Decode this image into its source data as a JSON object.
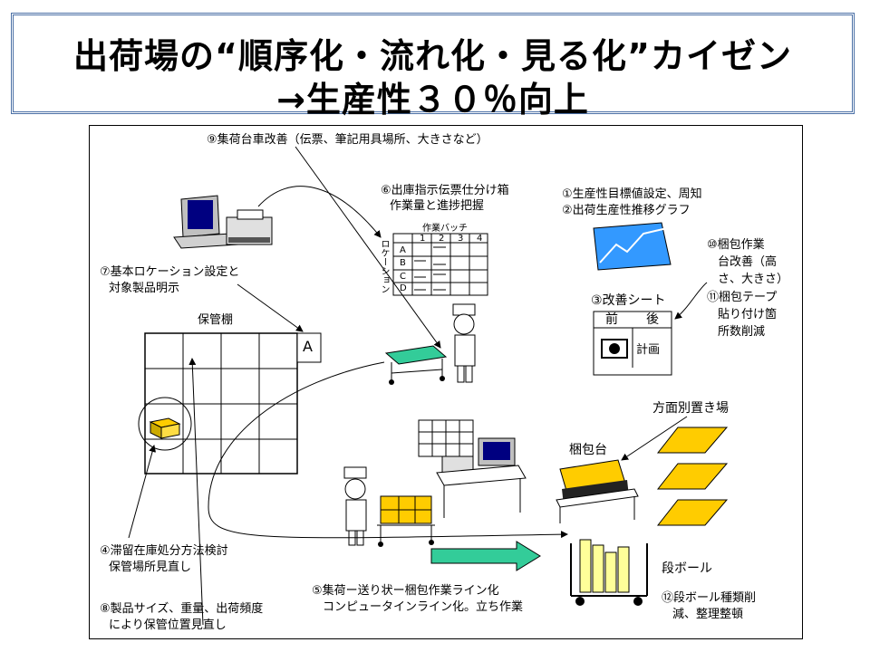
{
  "title": {
    "line1": "出荷場の“順序化・流れ化・見る化”カイゼン",
    "line2": "→生産性３０％向上"
  },
  "labels": {
    "l9": "⑨集荷台車改善（伝票、筆記用具場所、大きさなど）",
    "l6a": "⑥出庫指示伝票仕分け箱",
    "l6b": "作業量と進捗把握",
    "batch": "作業バッチ",
    "loc_vertical": "ロケーション",
    "batch_cols": [
      "1",
      "2",
      "3",
      "4"
    ],
    "batch_rows": [
      "A",
      "B",
      "C",
      "D"
    ],
    "l1": "①生産性目標値設定、周知",
    "l2": "②出荷生産性推移グラフ",
    "l10a": "⑩梱包作業",
    "l10b": "台改善（高",
    "l10c": "さ、大きさ）",
    "l11a": "⑪梱包テープ",
    "l11b": "貼り付け箇",
    "l11c": "所数削減",
    "l7a": "⑦基本ロケーション設定と",
    "l7b": "対象製品明示",
    "shelf": "保管棚",
    "shelfA": "A",
    "l3": "③改善シート",
    "sheet_before": "前",
    "sheet_after": "後",
    "sheet_plan": "計画",
    "dest": "方面別置き場",
    "packtable": "梱包台",
    "l4a": "④滞留在庫処分方法検討",
    "l4b": "保管場所見直し",
    "cardboard": "段ボール",
    "l5a": "⑤集荷ー送り状ー梱包作業ライン化",
    "l5b": "コンピュータインライン化。立ち作業",
    "l8a": "⑧製品サイズ、重量、出荷頻度",
    "l8b": "により保管位置見直し",
    "l12a": "⑫段ボール種類削",
    "l12b": "減、整理整頓"
  },
  "colors": {
    "title_border": "#4a6fa5",
    "arrow_green": "#33cc99",
    "product_yellow": "#ffcc00",
    "monitor_blue": "#000080",
    "graph_bg": "#3399ff"
  },
  "icons": [
    "computer-icon",
    "printer-icon",
    "worker-icon",
    "cart-icon",
    "graph-icon",
    "camera-icon",
    "package-icon",
    "cardboard-cart-icon"
  ]
}
